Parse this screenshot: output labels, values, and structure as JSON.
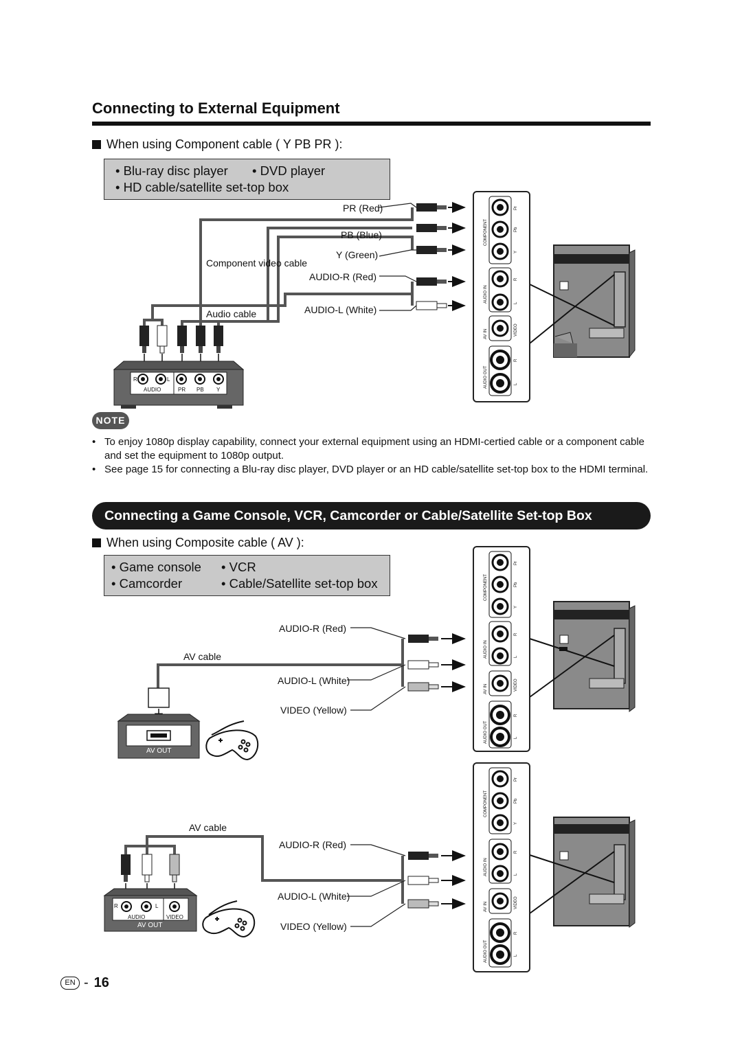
{
  "page": {
    "title": "Connecting to External Equipment",
    "page_lang": "EN",
    "page_number": "16",
    "dash": "-"
  },
  "component": {
    "heading": "When using Component cable ( Y PB PR ):",
    "devices": [
      "Blu-ray disc player",
      "DVD player",
      "HD cable/satellite set-top box"
    ],
    "labels": {
      "pr": "PR (Red)",
      "pb": "PB (Blue)",
      "y": "Y (Green)",
      "component_cable": "Component video cable",
      "audio_r": "AUDIO-R (Red)",
      "audio_l": "AUDIO-L (White)",
      "audio_cable": "Audio cable"
    },
    "device_jacks": {
      "r": "R",
      "l": "L",
      "audio": "AUDIO",
      "pr": "PR",
      "pb": "PB",
      "y": "Y"
    }
  },
  "note": {
    "badge": "NOTE",
    "items": [
      "To enjoy 1080p display capability, connect your external equipment using an HDMI-certied cable or a component cable and set the equipment to 1080p output.",
      "See page 15 for connecting a Blu-ray disc player, DVD player or an HD cable/satellite set-top box to the HDMI terminal."
    ]
  },
  "composite": {
    "banner": "Connecting a Game Console, VCR, Camcorder or Cable/Satellite Set-top Box",
    "heading": "When using Composite cable ( AV ):",
    "devices": [
      "Game console",
      "VCR",
      "Camcorder",
      "Cable/Satellite set-top box"
    ],
    "diagram1": {
      "audio_r": "AUDIO-R (Red)",
      "av_cable": "AV cable",
      "audio_l": "AUDIO-L (White)",
      "video": "VIDEO (Yellow)",
      "av_out": "AV OUT"
    },
    "diagram2": {
      "av_cable": "AV cable",
      "audio_r": "AUDIO-R (Red)",
      "audio_l": "AUDIO-L (White)",
      "video": "VIDEO (Yellow)",
      "r": "R",
      "l": "L",
      "audio": "AUDIO",
      "video_jack": "VIDEO",
      "av_out": "AV OUT"
    }
  },
  "tv_panel": {
    "component": "COMPONENT",
    "audio_in": "AUDIO IN",
    "av_in": "AV IN",
    "audio_out": "AUDIO OUT",
    "pr": "Pr",
    "pb": "Pb",
    "y": "Y",
    "r": "R",
    "l": "L",
    "video": "VIDEO"
  }
}
